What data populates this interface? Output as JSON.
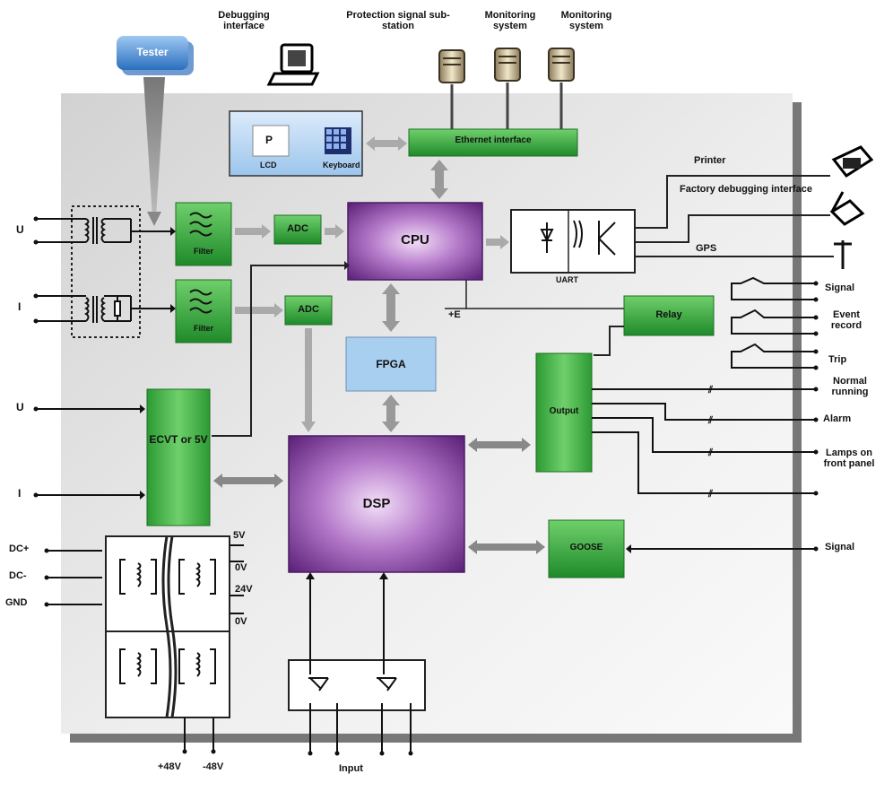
{
  "labels": {
    "tester": "Tester",
    "debugging_interface": "Debugging interface",
    "protection_signal": "Protection signal sub-station",
    "monitoring1": "Monitoring system",
    "monitoring2": "Monitoring system",
    "lcd": "LCD",
    "lcd_screen": "P",
    "keyboard": "Keyboard",
    "ethernet": "Ethernet interface",
    "printer": "Printer",
    "factory_debug": "Factory debugging interface",
    "gps": "GPS",
    "uart": "UART",
    "cpu": "CPU",
    "fpga": "FPGA",
    "dsp": "DSP",
    "adc1": "ADC",
    "adc2": "ADC",
    "filter1": "Filter",
    "filter2": "Filter",
    "relay": "Relay",
    "output": "Output",
    "goose": "GOOSE",
    "ecvt": "ECVT or 5V",
    "plus_e": "+E",
    "u_top": "U",
    "i_top": "I",
    "u_bottom": "U",
    "i_bottom": "I",
    "dc_plus": "DC+",
    "dc_minus": "DC-",
    "gnd": "GND",
    "v5": "5V",
    "v0a": "0V",
    "v24": "24V",
    "v0b": "0V",
    "p48": "+48V",
    "m48": "-48V",
    "input": "Input",
    "signal_top": "Signal",
    "event_record": "Event record",
    "trip": "Trip",
    "normal_running": "Normal running",
    "alarm": "Alarm",
    "lamps": "Lamps on front panel",
    "signal_bottom": "Signal"
  },
  "colors": {
    "green": "#39a33c",
    "purple": "#7d3a98",
    "light_blue": "#a8cff0",
    "panel_gray": "#dcdcdc",
    "arrow_gray": "#9a9a9a"
  }
}
